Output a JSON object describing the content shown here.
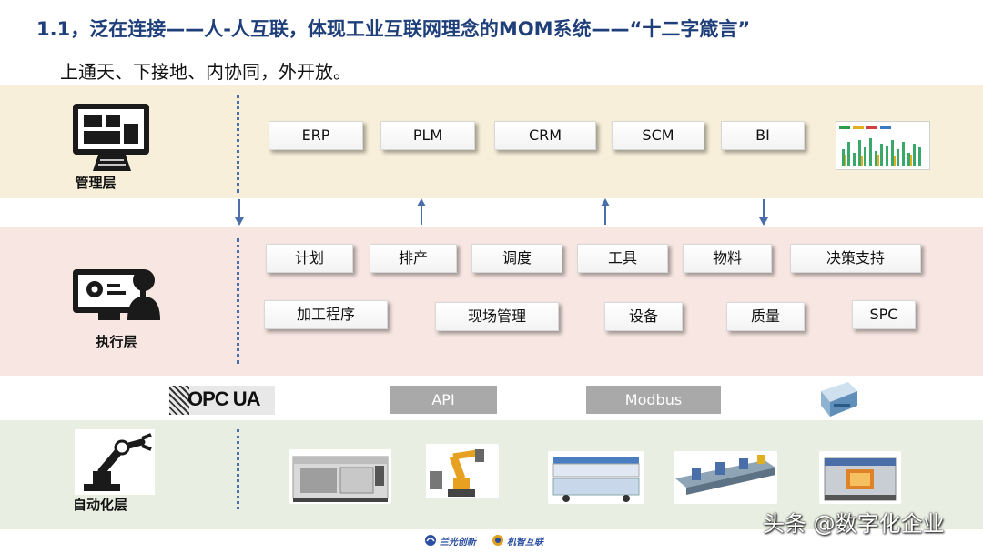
{
  "title": "1.1，泛在连接——人-人互联，体现工业互联网理念的MOM系统——“十二字箴言”",
  "subtitle": "上通天、下接地、内协同，外开放。",
  "layers": {
    "management": {
      "label": "管理层"
    },
    "execution": {
      "label": "执行层"
    },
    "automation": {
      "label": "自动化层"
    }
  },
  "management_buttons": [
    "ERP",
    "PLM",
    "CRM",
    "SCM",
    "BI"
  ],
  "execution_row1": [
    "计划",
    "排产",
    "调度",
    "工具",
    "物料",
    "决策支持"
  ],
  "execution_row2": [
    "加工程序",
    "现场管理",
    "设备",
    "质量",
    "SPC"
  ],
  "connectors": {
    "opc": "OPC UA",
    "api": "API",
    "modbus": "Modbus"
  },
  "footer": {
    "logo1": "兰光创新",
    "logo2": "机智互联"
  },
  "watermark": "头条 @数字化企业",
  "colors": {
    "title": "#1f3f7a",
    "mgmt_band": "#f7efd9",
    "exec_band": "#f7e6e1",
    "auto_band": "#e8eee2",
    "dots": "#4a6ea8"
  }
}
